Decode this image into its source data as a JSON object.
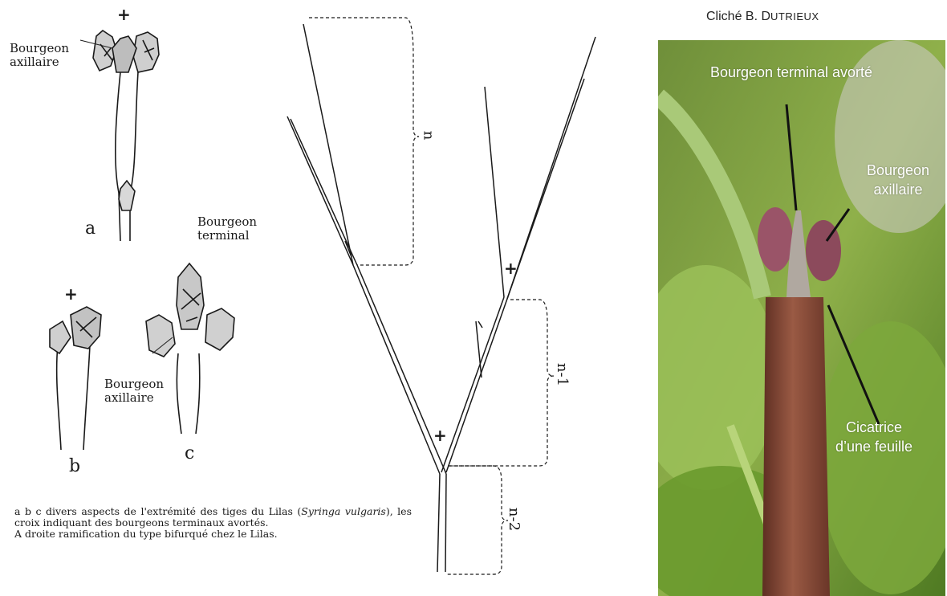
{
  "drawing": {
    "label_bourgeon_axillaire_a": "Bourgeon axillaire",
    "label_bourgeon_terminal": "Bourgeon terminal",
    "label_bourgeon_axillaire_c": "Bourgeon axillaire",
    "letter_a": "a",
    "letter_b": "b",
    "letter_c": "c",
    "cross": "+",
    "bracket_n": "n",
    "bracket_n1": "n-1",
    "bracket_n2": "n-2"
  },
  "caption": {
    "line1": "a b c divers aspects de l'extrémité des tiges du Lilas (",
    "species": "Syringa vulgaris",
    "line2": "), les croix indiquant des bourgeons terminaux avortés.",
    "line3": "A droite ramification du type bifurqué chez le Lilas."
  },
  "photo": {
    "credit_prefix": "Cliché B. D",
    "credit_suffix": "UTRIEUX",
    "label_terminal": "Bourgeon terminal avorté",
    "label_axillaire": "Bourgeon axillaire",
    "label_cicatrice": "Cicatrice d’une feuille"
  },
  "colors": {
    "ink": "#1a1a1a",
    "photo_bg": "#5f8a2a",
    "stem": "#8a4a36",
    "label_text": "#ffffff"
  }
}
